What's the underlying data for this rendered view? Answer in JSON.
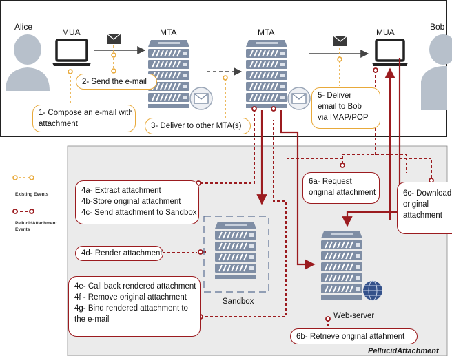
{
  "actors": {
    "alice": "Alice",
    "bob": "Bob"
  },
  "nodes": {
    "mua_left": "MUA",
    "mta_1": "MTA",
    "mta_2": "MTA",
    "mua_right": "MUA",
    "sandbox": "Sandbox",
    "webserver": "Web-server"
  },
  "steps": {
    "s1": [
      "1- Compose an e-mail with",
      "attachment"
    ],
    "s2": "2- Send the e-mail",
    "s3": "3- Deliver to other MTA(s)",
    "s5": [
      "5- Deliver",
      "email to Bob",
      "via IMAP/POP"
    ],
    "s4abc": [
      "4a- Extract attachment",
      "4b-Store original attachment",
      "4c- Send attachment to Sandbox"
    ],
    "s4d": "4d- Render attachment",
    "s4efg": [
      "4e- Call back rendered attachment",
      "4f - Remove original attachment",
      "4g- Bind rendered attachment to",
      "the e-mail"
    ],
    "s6a": [
      "6a- Request",
      "original attachment"
    ],
    "s6b": "6b- Retrieve original attahment",
    "s6c": [
      "6c- Download",
      "original",
      "attachment"
    ]
  },
  "legend": {
    "existing": "Existing Events",
    "pellucid": [
      "PellucidAttachment",
      "Events"
    ]
  },
  "brand": "PellucidAttachment",
  "colors": {
    "existing": "#e8a93a",
    "pellucid": "#9b1b1f",
    "panel": "#ebebeb",
    "server": "#7f8ea5"
  }
}
